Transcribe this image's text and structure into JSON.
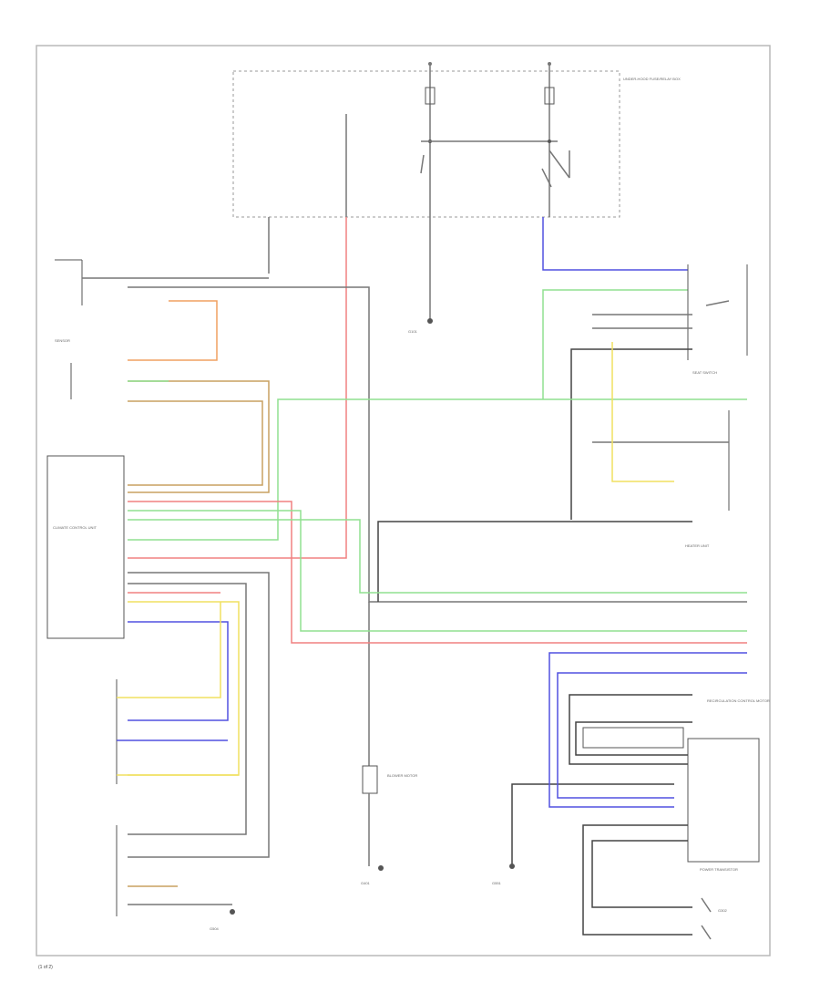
{
  "diagram": {
    "corner_label": "(1 of 2)",
    "colors": {
      "red": "#f08080",
      "orange": "#f0a060",
      "green": "#90e090",
      "yellow": "#f0e060",
      "blue": "#5050e0",
      "brown": "#c8a060",
      "gray": "#777777"
    },
    "fuse_box": {
      "label": "UNDER-HOOD FUSE/RELAY BOX"
    },
    "nodes": {
      "ground_top": "G101",
      "ground_mid": "G401",
      "ground_bottom_left": "G504",
      "ground_bottom_right": "G551",
      "ground_right": "G302",
      "seat_switch": "SEAT SWITCH",
      "heater_unit": "HEATER UNIT",
      "climate_control": "CLIMATE CONTROL UNIT",
      "blower_motor": "BLOWER MOTOR",
      "recirc_motor": "RECIRCULATION CONTROL MOTOR",
      "power_transistor": "POWER TRANSISTOR",
      "sensor": "SENSOR"
    }
  }
}
